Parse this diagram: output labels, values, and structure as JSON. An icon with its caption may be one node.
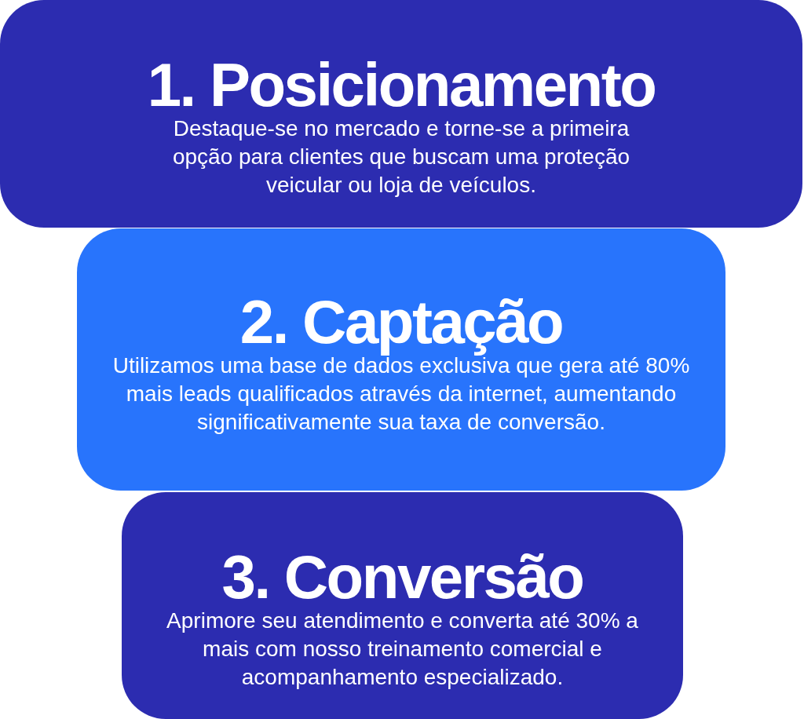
{
  "diagram": {
    "nodes": [
      {
        "text": [
          "1. Posicionamento",
          "Destaque-se no mercado e torne-se a primeira opção para clientes que buscam uma proteção veicular ou loja de veículos."
        ]
      },
      {
        "text": [
          "2. Captação",
          "Utilizamos uma base de dados exclusiva que gera até 80% mais leads qualificados através da internet, aumentando significativamente sua taxa de conversão."
        ]
      },
      {
        "text": [
          "3. Conversão",
          "Aprimore seu atendimento e converta até 30% a mais com nosso treinamento comercial e acompanhamento especializado."
        ]
      }
    ]
  }
}
